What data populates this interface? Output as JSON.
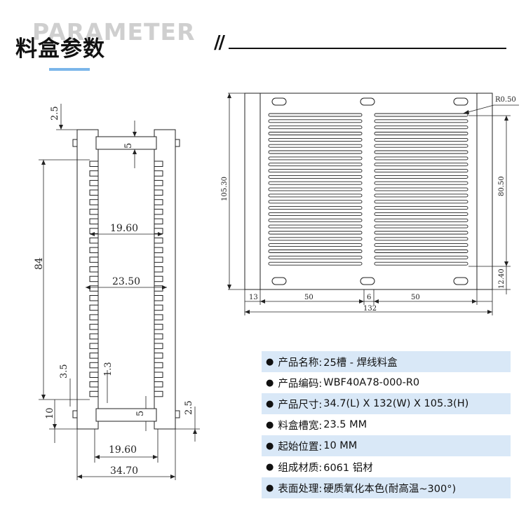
{
  "header": {
    "bg_word": "PARAMETER",
    "title": "料盒参数",
    "slashes": "//"
  },
  "drawing_left": {
    "dim_top_gap": "2.5",
    "dim_top_slot": "5",
    "dim_pitch_span": "84",
    "dim_inner": "19.60",
    "dim_slot_depth": "23.50",
    "dim_bottom_pitch": "3.5",
    "dim_slot_width": "1.3",
    "dim_bottom_offset": "10",
    "dim_bottom_slot": "5",
    "dim_bottom_gap": "2.5",
    "dim_bottom_inner": "19.60",
    "dim_overall": "34.70"
  },
  "drawing_right": {
    "dim_radius": "R0.50",
    "dim_height": "105.30",
    "dim_slot_span": "80.50",
    "dim_bottom_margin": "12.40",
    "dim_left_margin": "13",
    "dim_left_section": "50",
    "dim_center_gap": "6",
    "dim_right_section": "50",
    "dim_total_width": "132"
  },
  "specs": [
    {
      "label": "产品名称:",
      "value": "25槽 - 焊线料盒",
      "shaded": true
    },
    {
      "label": "产品编码:",
      "value": "WBF40A78-000-R0",
      "shaded": false
    },
    {
      "label": "产品尺寸:",
      "value": "34.7(L) X 132(W) X 105.3(H)",
      "shaded": true
    },
    {
      "label": "料盒槽宽:",
      "value": "23.5 MM",
      "shaded": false
    },
    {
      "label": "起始位置:",
      "value": "10 MM",
      "shaded": true
    },
    {
      "label": "组成材质:",
      "value": "6061 铝材",
      "shaded": false
    },
    {
      "label": "表面处理:",
      "value": "硬质氧化本色(耐高温~300°)",
      "shaded": true
    }
  ]
}
